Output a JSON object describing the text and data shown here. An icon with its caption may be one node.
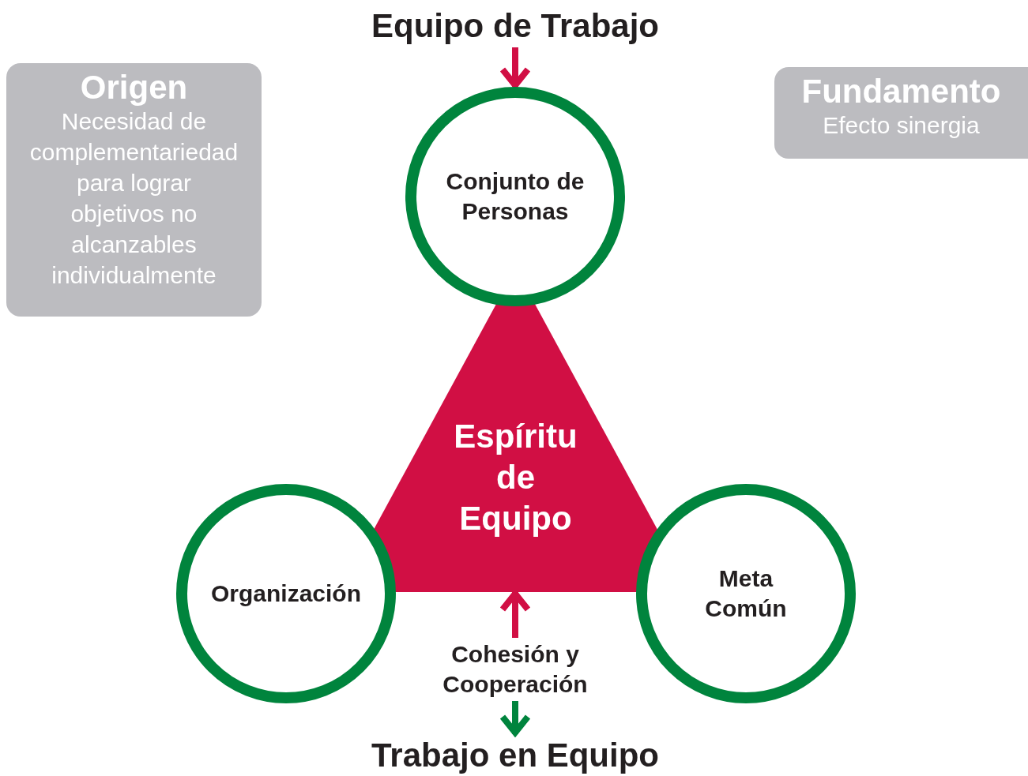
{
  "diagram": {
    "nodes": [
      {
        "text": [
          "Equipo de Trabajo"
        ]
      },
      {
        "text": [
          "Origen",
          "Necesidad de complementariedad para lograr objetivos no alcanzables individualmente"
        ]
      },
      {
        "text": [
          "Fundamento",
          "Efecto sinergia"
        ]
      },
      {
        "text": [
          "Conjunto de Personas"
        ]
      },
      {
        "text": [
          "Espíritu de Equipo"
        ]
      },
      {
        "text": [
          "Organización"
        ]
      },
      {
        "text": [
          "Meta Común"
        ]
      },
      {
        "text": [
          "Cohesión y Cooperación"
        ]
      },
      {
        "text": [
          "Trabajo en Equipo"
        ]
      }
    ],
    "edges": [
      {
        "from": 0,
        "to": 3,
        "arrow": "to"
      },
      {
        "from": 7,
        "to": 4,
        "arrow": "to"
      },
      {
        "from": 7,
        "to": 8,
        "arrow": "to",
        "color": "#00843d"
      }
    ]
  }
}
